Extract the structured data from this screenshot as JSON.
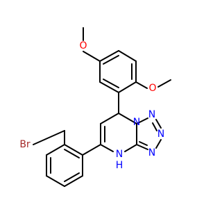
{
  "molecule": {
    "atom_labels": {
      "o_top": "O",
      "o_right": "O",
      "bromine": "Br",
      "n1": "N",
      "n2": "N",
      "n3": "N",
      "n4": "N",
      "nh": "N",
      "h": "H"
    },
    "colors": {
      "bond": "#000000",
      "oxygen": "#ff0000",
      "nitrogen": "#0000ff",
      "bromine": "#a52a2a",
      "background": "#ffffff"
    }
  }
}
